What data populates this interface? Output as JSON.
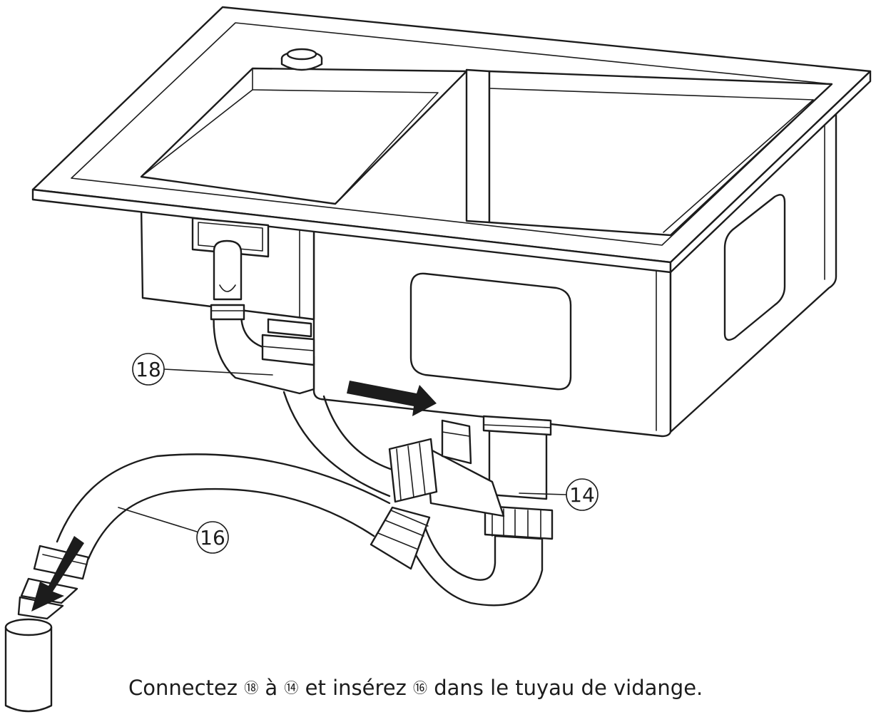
{
  "callouts": {
    "part_18": "18",
    "part_14": "14",
    "part_16": "16"
  },
  "caption": {
    "part1": "Connectez ",
    "ref_a": "⑱",
    "part2": " à ",
    "ref_b": "⑭",
    "part3": " et insérez ",
    "ref_c": "⑯",
    "part4": " dans le tuyau de vidange."
  },
  "colors": {
    "line": "#1c1c1c",
    "arrow": "#1c1c1c",
    "background": "#ffffff"
  }
}
